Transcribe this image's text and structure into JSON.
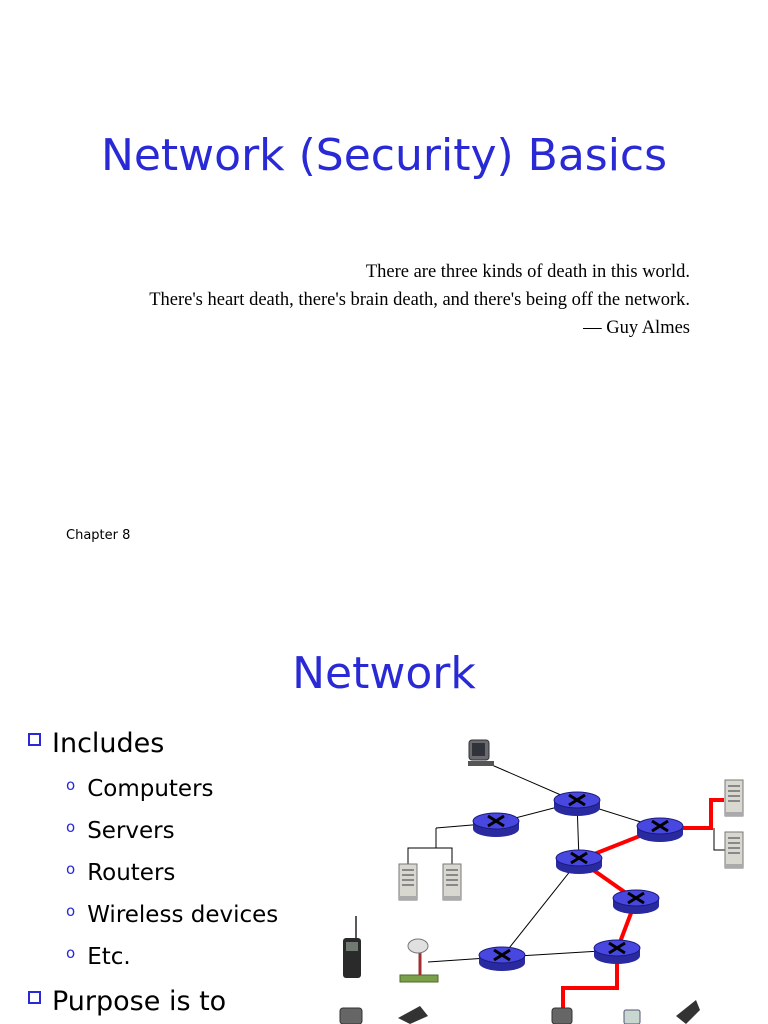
{
  "slide1": {
    "title": "Network (Security) Basics",
    "quote_lines": [
      "There are three kinds of death in this world.",
      "There's heart death, there's brain death, and there's being off the network.",
      "— Guy Almes"
    ],
    "footer": "Chapter 8"
  },
  "slide2": {
    "title": "Network",
    "bullets": [
      {
        "text": "Includes",
        "sub": [
          "Computers",
          "Servers",
          "Routers",
          "Wireless devices",
          "Etc."
        ]
      },
      {
        "text": "Purpose is to"
      }
    ]
  },
  "diagram": {
    "colors": {
      "router": "#3f3fd0",
      "highlight_link": "#ff0000",
      "link": "#000000"
    },
    "icons": [
      "desktop-icon",
      "server-icon",
      "router-icon",
      "cell-phone-icon",
      "satellite-dish-icon",
      "laptop-icon",
      "pda-icon"
    ]
  }
}
